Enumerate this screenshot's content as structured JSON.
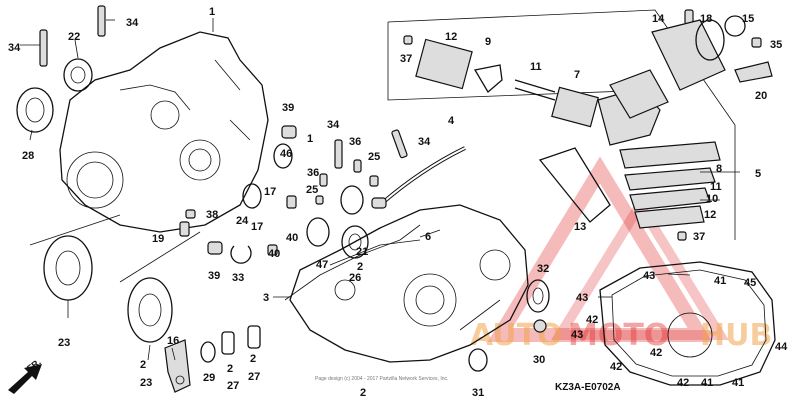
{
  "diagram_code": "KZ3A-E0702A",
  "copyright": "Page design (c) 2004 - 2017 Partzilla Network Services, Inc.",
  "front_arrow_label": "FR.",
  "watermark": {
    "auto": "AUTO",
    "moto": "MOTO",
    "hub": "HUB",
    "color_primary": "#e23a3a",
    "color_secondary": "#f2a64f"
  },
  "callouts": [
    "1",
    "1",
    "2",
    "2",
    "2",
    "2",
    "2",
    "3",
    "4",
    "5",
    "6",
    "7",
    "8",
    "9",
    "10",
    "11",
    "11",
    "12",
    "12",
    "13",
    "14",
    "15",
    "16",
    "17",
    "17",
    "18",
    "19",
    "20",
    "21",
    "22",
    "23",
    "23",
    "24",
    "25",
    "25",
    "26",
    "27",
    "27",
    "28",
    "29",
    "30",
    "31",
    "32",
    "33",
    "34",
    "34",
    "34",
    "34",
    "35",
    "36",
    "36",
    "37",
    "37",
    "38",
    "39",
    "39",
    "40",
    "40",
    "41",
    "41",
    "41",
    "42",
    "42",
    "42",
    "42",
    "43",
    "43",
    "43",
    "44",
    "45",
    "46",
    "47"
  ]
}
